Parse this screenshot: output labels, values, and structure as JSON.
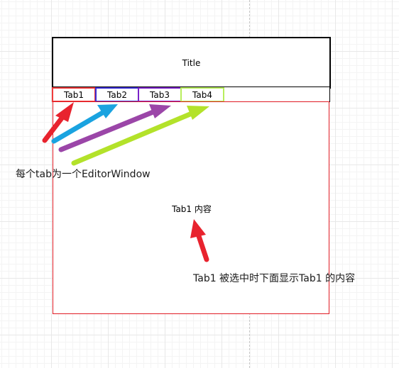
{
  "window": {
    "title": "Title"
  },
  "tabs": [
    {
      "label": "Tab1",
      "color": "#f03c3c"
    },
    {
      "label": "Tab2",
      "color": "#3b2fd6"
    },
    {
      "label": "Tab3",
      "color": "#7a22c8"
    },
    {
      "label": "Tab4",
      "color": "#b8ee5c"
    }
  ],
  "content": {
    "label": "Tab1 内容",
    "border_color": "#e01b24"
  },
  "annotations": {
    "tabs_note": "每个tab为一个EditorWindow",
    "selection_note": "Tab1 被选中时下面显示Tab1 的内容"
  },
  "arrow_colors": {
    "tab1": "#e8232e",
    "tab2": "#1aa3e0",
    "tab3": "#9b46a8",
    "tab4": "#b3e22a",
    "content": "#e8232e"
  }
}
